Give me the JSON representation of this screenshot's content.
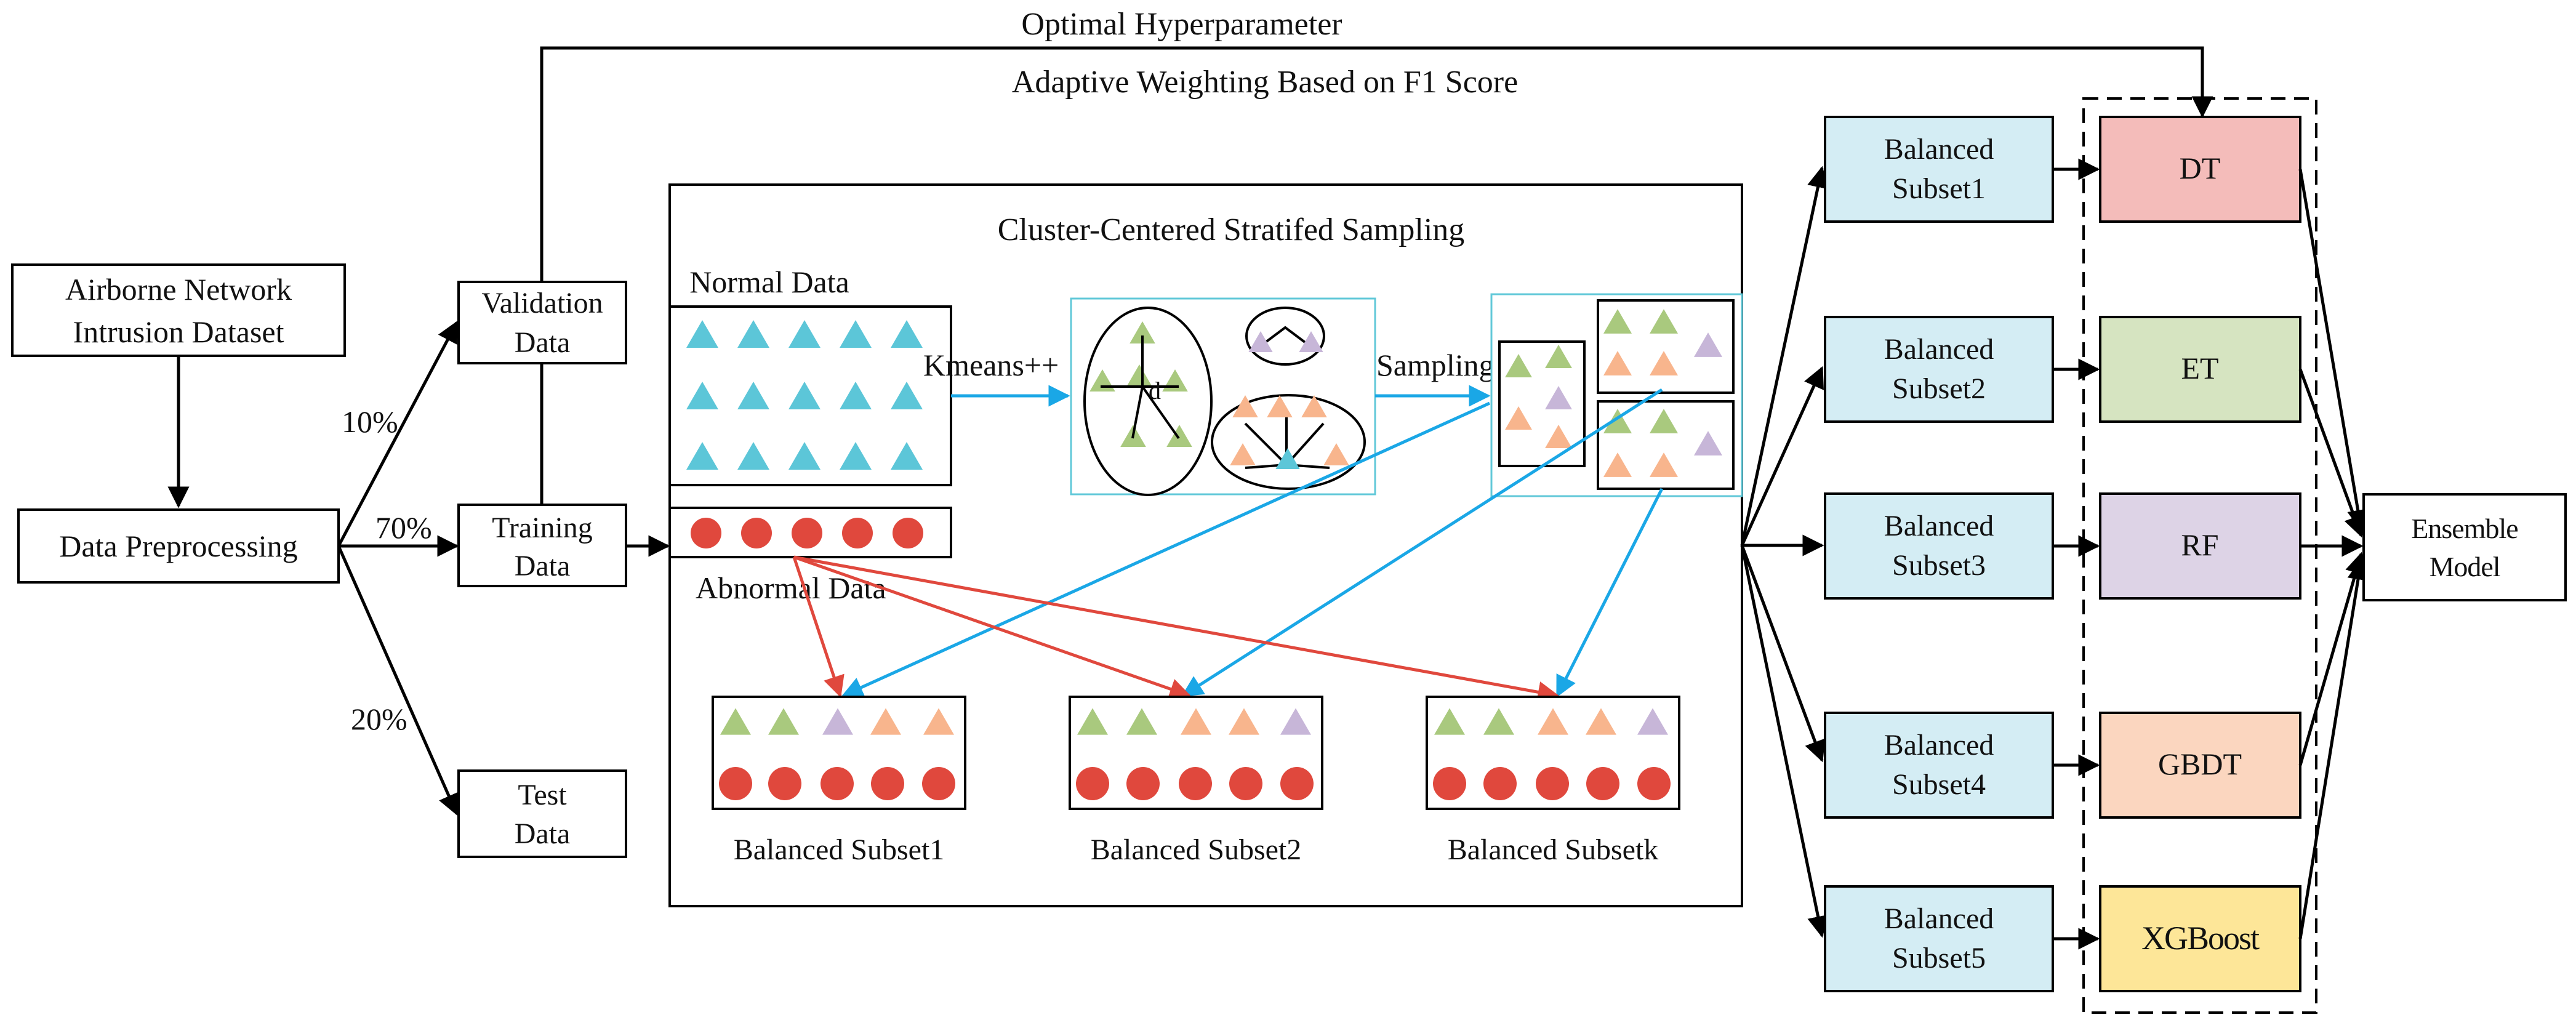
{
  "labels": {
    "top_line1": "Optimal Hyperparameter",
    "top_line2": "Adaptive Weighting Based on F1 Score",
    "dataset_line1": "Airborne Network",
    "dataset_line2": "Intrusion Dataset",
    "preprocessing": "Data Preprocessing",
    "validation_line1": "Validation",
    "validation_line2": "Data",
    "training_line1": "Training",
    "training_line2": "Data",
    "test_line1": "Test",
    "test_line2": "Data",
    "pct_10": "10%",
    "pct_70": "70%",
    "pct_20": "20%",
    "ccss_title": "Cluster-Centered Stratifed Sampling",
    "normal_data": "Normal Data",
    "abnormal_data": "Abnormal Data",
    "kmeans": "Kmeans++",
    "sampling": "Sampling",
    "d_label": "d",
    "bs1": "Balanced Subset1",
    "bs2": "Balanced Subset2",
    "bsk": "Balanced Subsetk",
    "balanced": "Balanced",
    "subsets": [
      "Subset1",
      "Subset2",
      "Subset3",
      "Subset4",
      "Subset5"
    ],
    "models": [
      "DT",
      "ET",
      "RF",
      "GBDT",
      "XGBoost"
    ],
    "ensemble_line1": "Ensemble",
    "ensemble_line2": "Model"
  },
  "colors": {
    "teal": "#5cc6d8",
    "green": "#a9c97e",
    "orange": "#f8b58d",
    "purple": "#c7b6d8",
    "red": "#e0483d",
    "blue_arrow": "#1aa7e6",
    "subset_fill": "#d4edf4",
    "dt_fill": "#f4bcba",
    "et_fill": "#d6e4c1",
    "rf_fill": "#ddd3e6",
    "gbdt_fill": "#fbd6bf",
    "xgb_fill": "#fde698"
  }
}
